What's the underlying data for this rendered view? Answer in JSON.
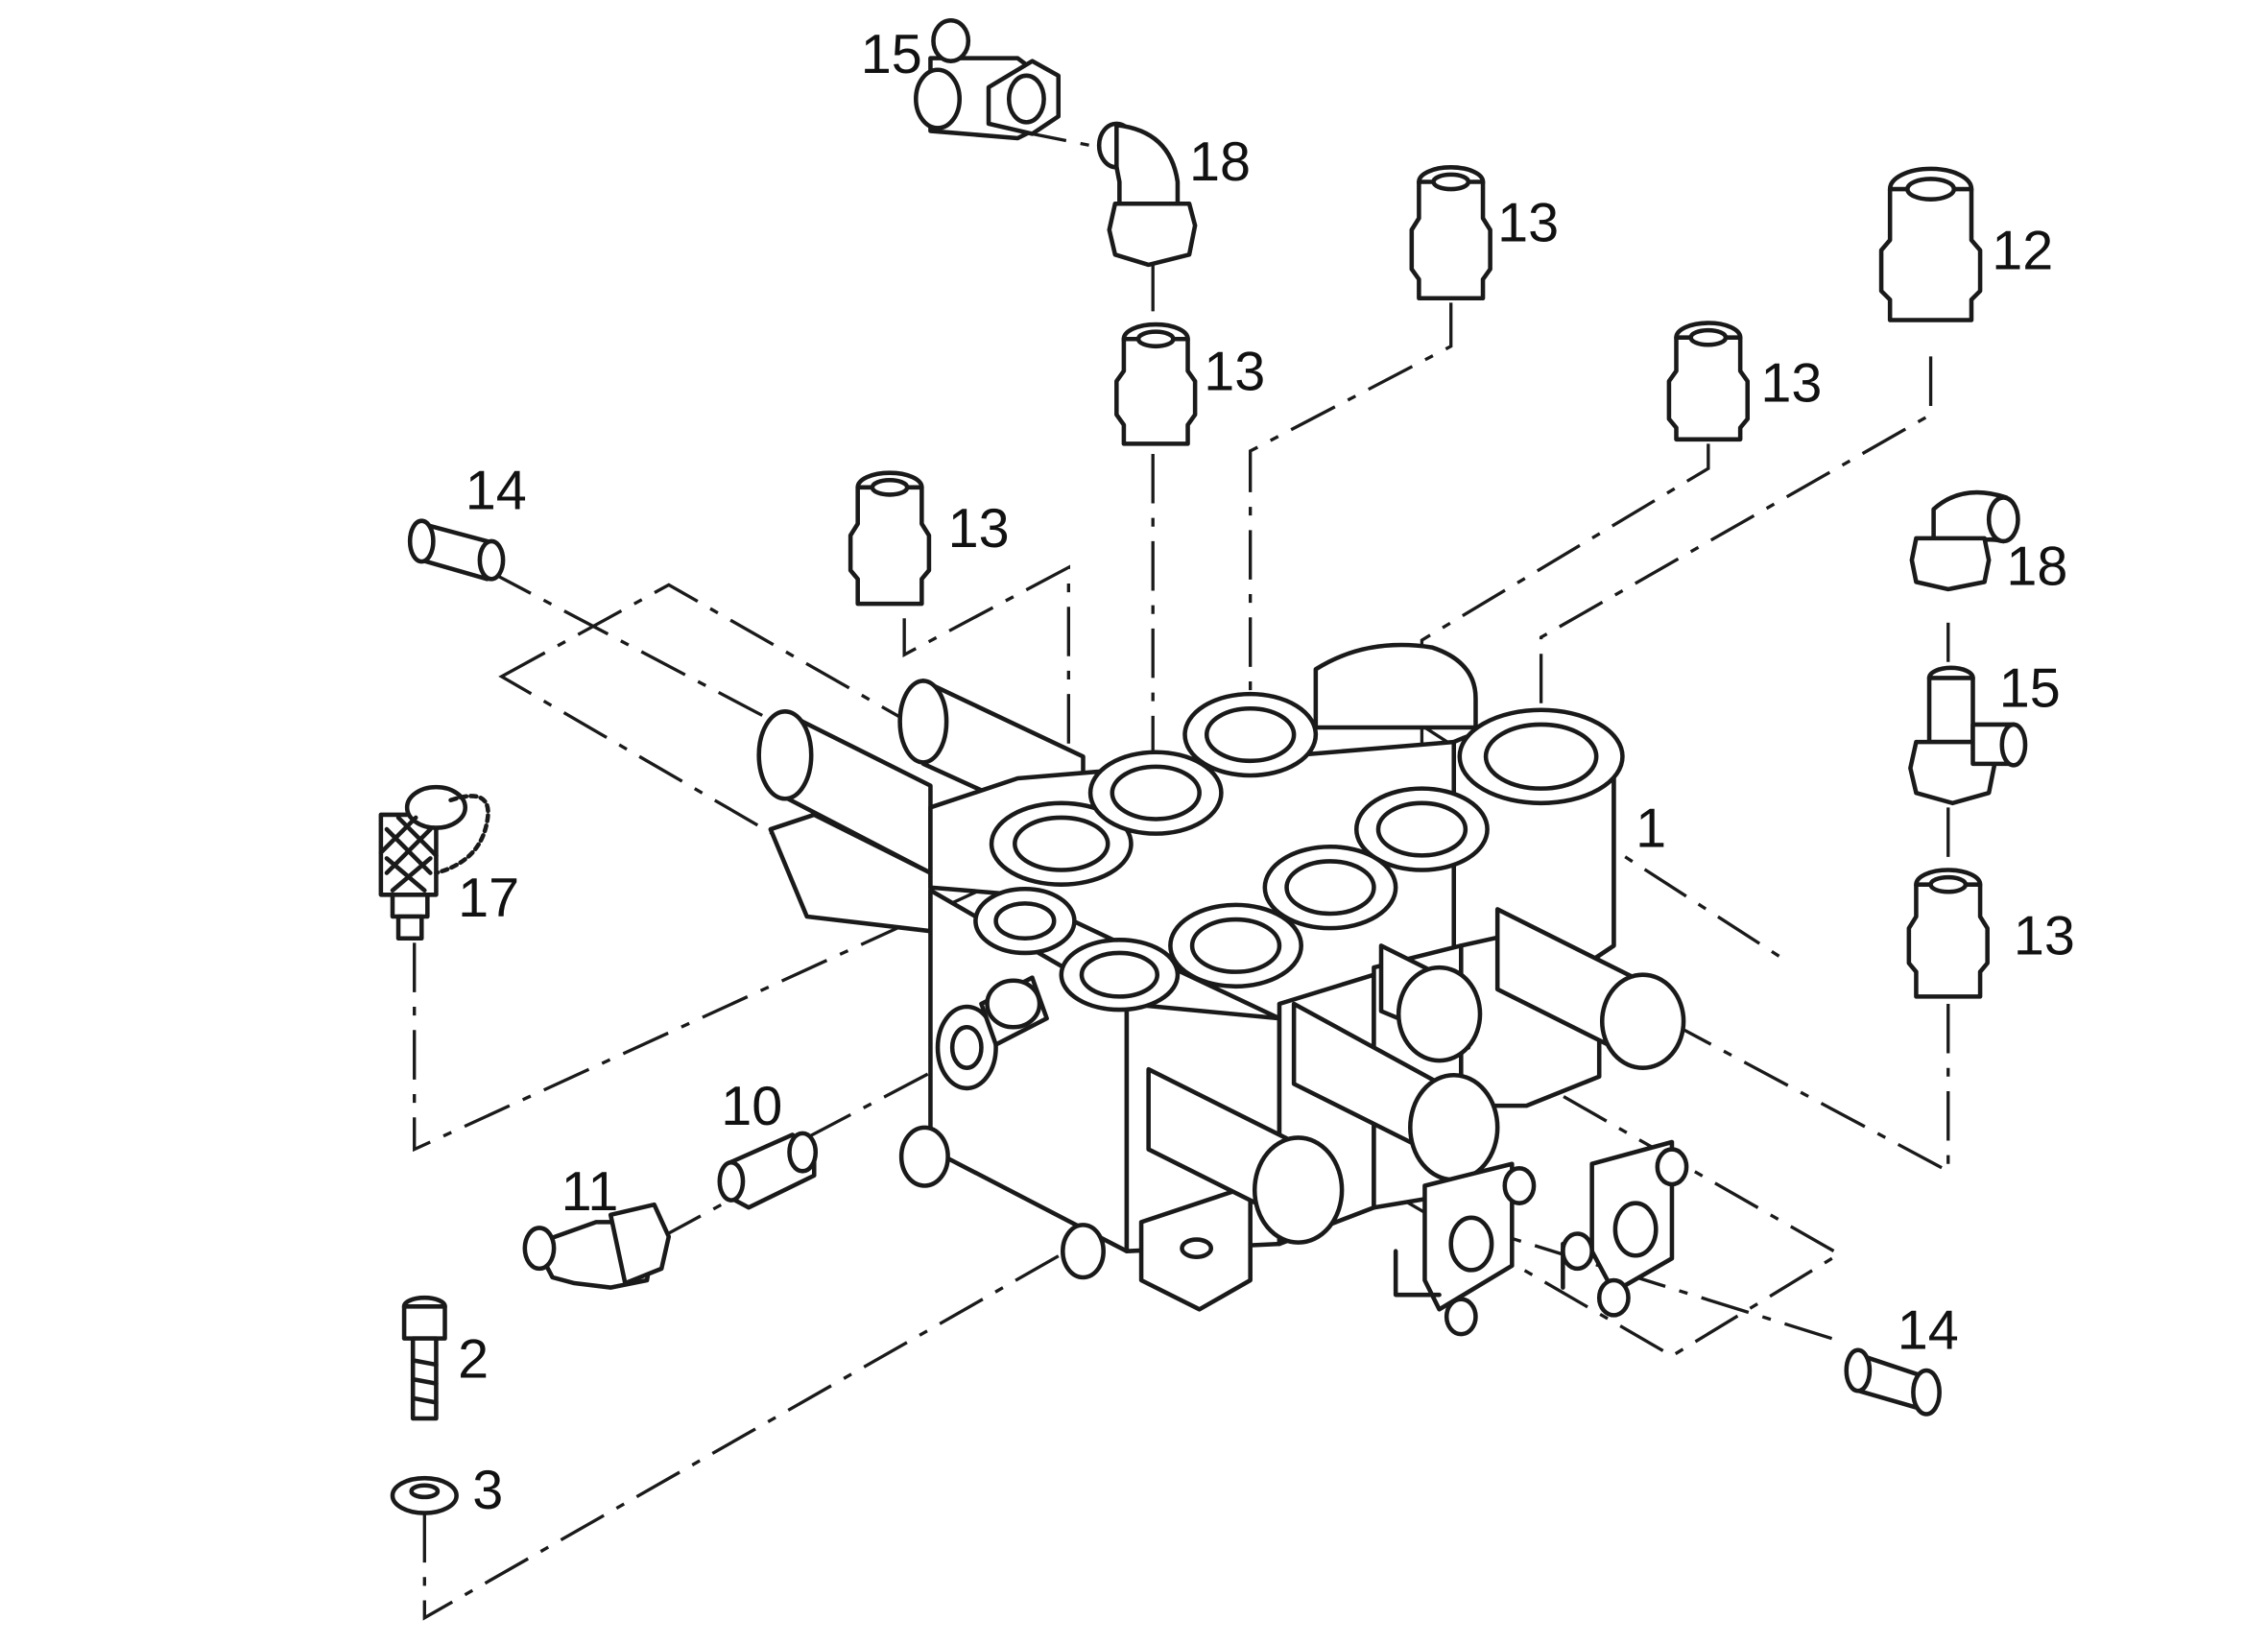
{
  "diagram": {
    "type": "exploded-parts-view",
    "labels": {
      "p1": "1",
      "p2": "2",
      "p3": "3",
      "p10": "10",
      "p11": "11",
      "p12": "12",
      "p13": "13",
      "p14": "14",
      "p15": "15",
      "p17": "17",
      "p18": "18"
    }
  }
}
